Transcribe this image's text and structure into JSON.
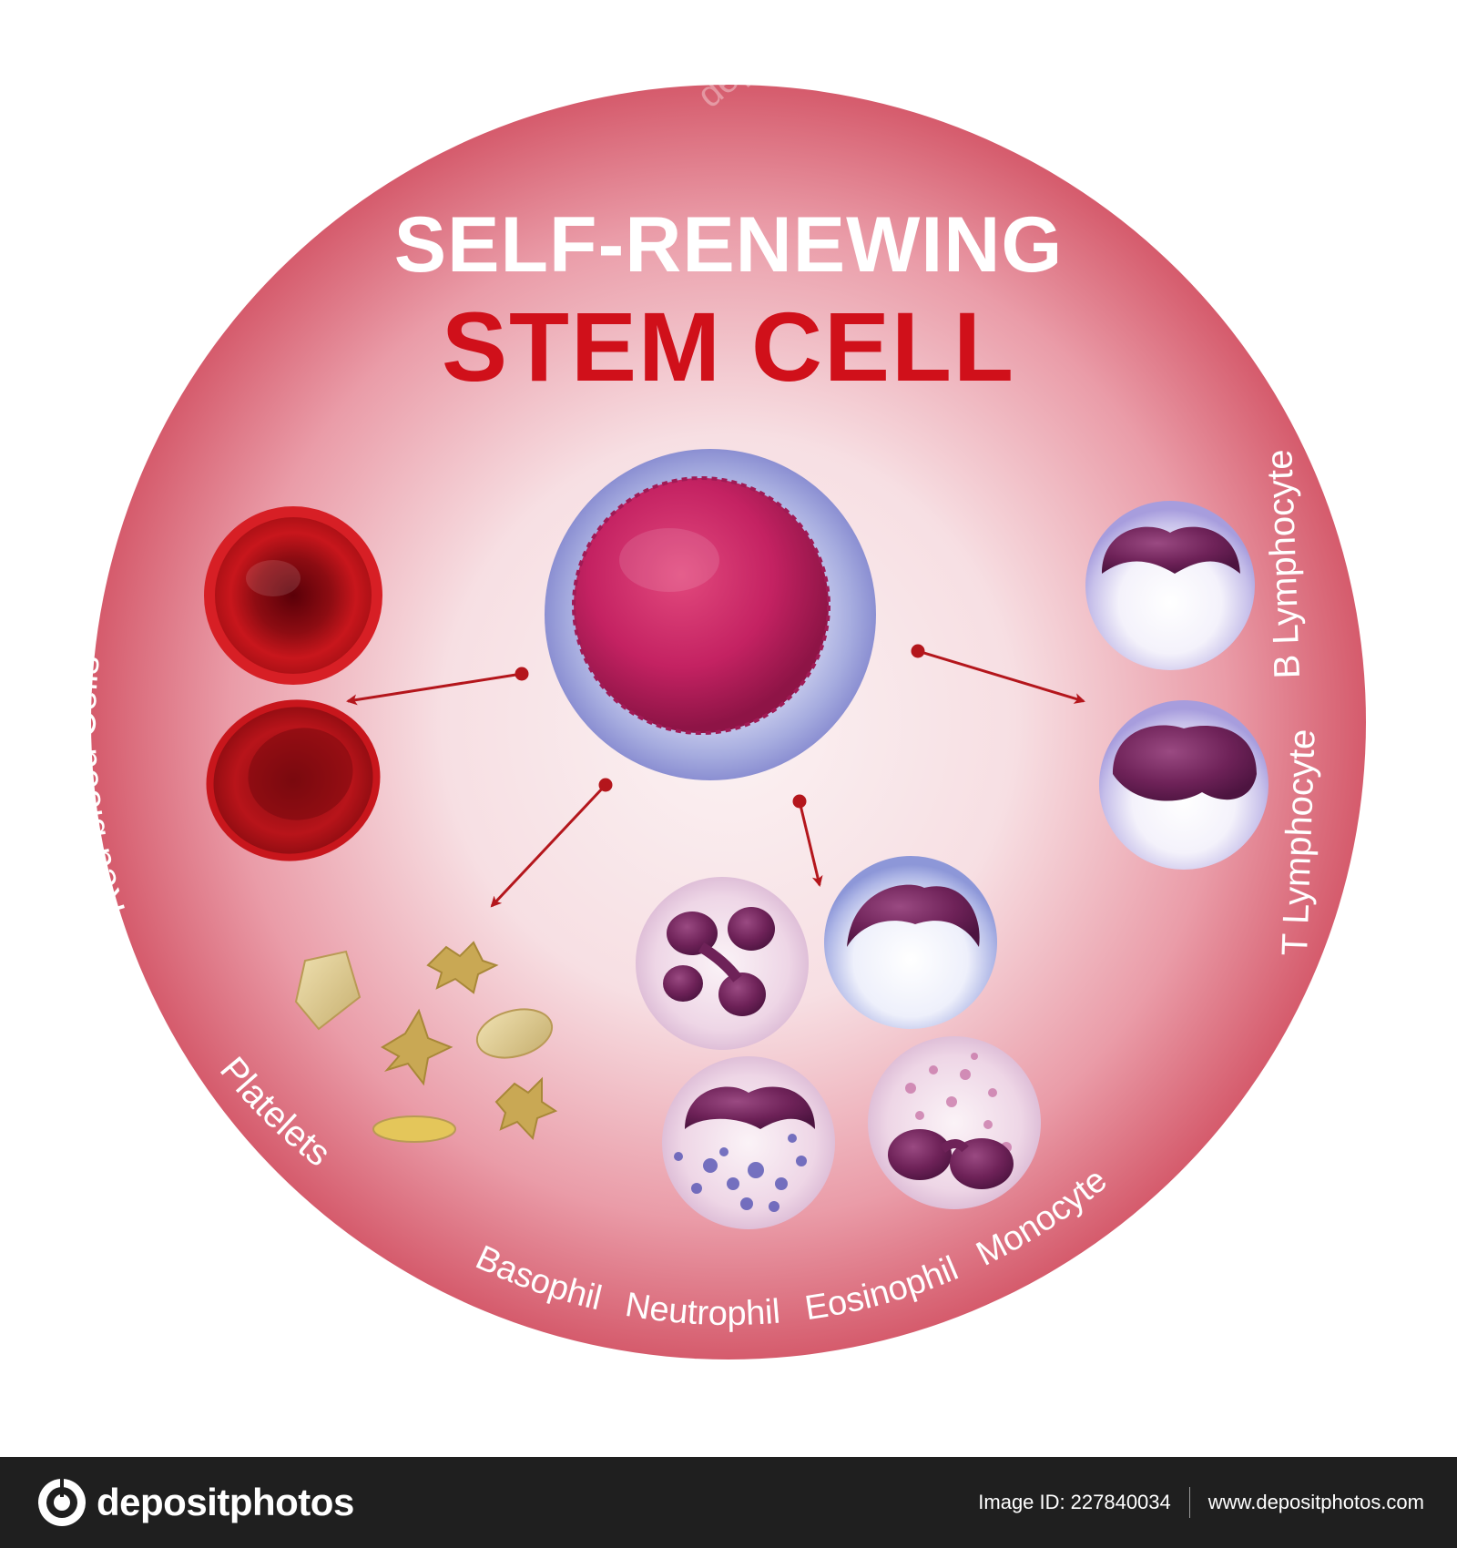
{
  "title": {
    "line1": "SELF-RENEWING",
    "line2": "STEM CELL"
  },
  "labels": {
    "red_blood_cells": "Red blood Cells",
    "platelets": "Platelets",
    "basophil": "Basophil",
    "neutrophil": "Neutrophil",
    "eosinophil": "Eosinophil",
    "monocyte": "Monocyte",
    "t_lymphocyte": "T Lymphocyte",
    "b_lymphocyte": "B Lymphocyte"
  },
  "watermark": "depositphotos",
  "footer": {
    "brand": "depositphotos",
    "image_id_label": "Image ID:",
    "image_id": "227840034",
    "site": "www.depositphotos.com"
  },
  "colors": {
    "title_white": "#ffffff",
    "title_red": "#d0101a",
    "arrow": "#b4161c",
    "circle_edge": "#d55b6c",
    "footer_bg": "#1f1f1f"
  }
}
